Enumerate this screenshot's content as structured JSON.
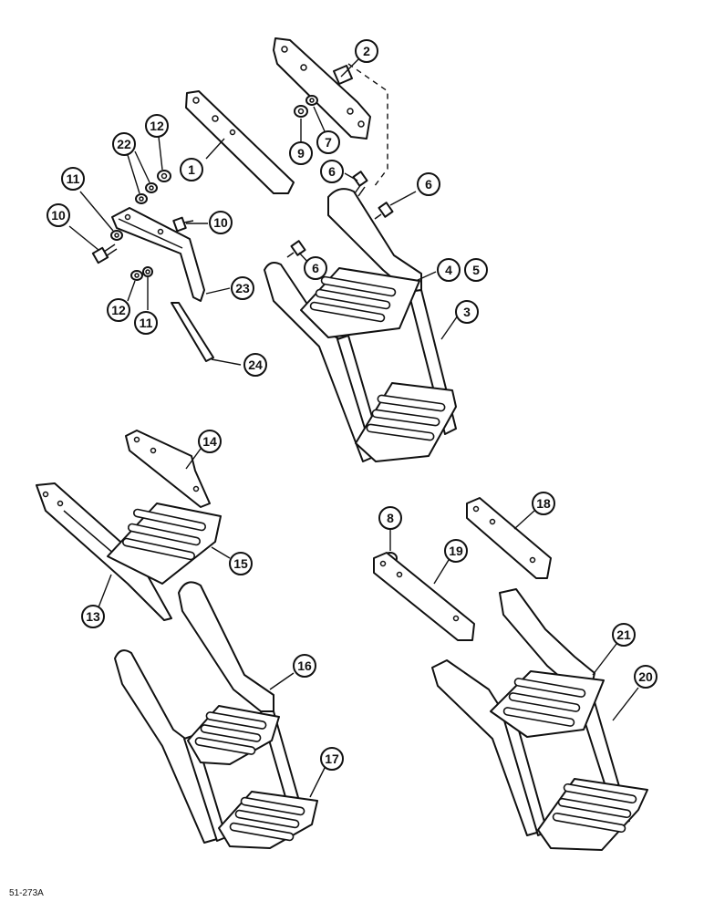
{
  "colors": {
    "line": "#111111",
    "paper": "#ffffff"
  },
  "callouts": [
    {
      "id": "c2",
      "label": "2"
    },
    {
      "id": "c9",
      "label": "9"
    },
    {
      "id": "c7",
      "label": "7"
    },
    {
      "id": "c12a",
      "label": "12"
    },
    {
      "id": "c22",
      "label": "22"
    },
    {
      "id": "c1",
      "label": "1"
    },
    {
      "id": "c6a",
      "label": "6"
    },
    {
      "id": "c6b",
      "label": "6"
    },
    {
      "id": "c11a",
      "label": "11"
    },
    {
      "id": "c10a",
      "label": "10"
    },
    {
      "id": "c10b",
      "label": "10"
    },
    {
      "id": "c6c",
      "label": "6"
    },
    {
      "id": "c4",
      "label": "4"
    },
    {
      "id": "c5",
      "label": "5"
    },
    {
      "id": "c23",
      "label": "23"
    },
    {
      "id": "c12b",
      "label": "12"
    },
    {
      "id": "c11b",
      "label": "11"
    },
    {
      "id": "c3",
      "label": "3"
    },
    {
      "id": "c24",
      "label": "24"
    },
    {
      "id": "c14",
      "label": "14"
    },
    {
      "id": "c15",
      "label": "15"
    },
    {
      "id": "c13",
      "label": "13"
    },
    {
      "id": "c8",
      "label": "8"
    },
    {
      "id": "c19",
      "label": "19"
    },
    {
      "id": "c18",
      "label": "18"
    },
    {
      "id": "c16",
      "label": "16"
    },
    {
      "id": "c21",
      "label": "21"
    },
    {
      "id": "c20",
      "label": "20"
    },
    {
      "id": "c17",
      "label": "17"
    }
  ],
  "figure_ref": "51-273A"
}
